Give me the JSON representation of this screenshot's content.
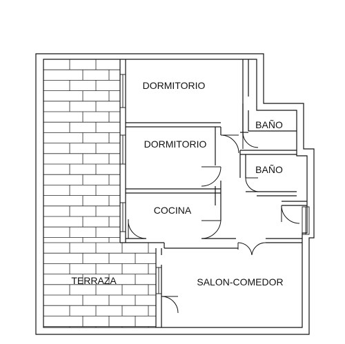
{
  "plan": {
    "rooms": {
      "dormitorio_1": "DORMITORIO",
      "dormitorio_2": "DORMITORIO",
      "bano_1": "BAÑO",
      "bano_2": "BAÑO",
      "cocina": "COCINA",
      "terraza": "TERRAZA",
      "salon_comedor": "SALON-COMEDOR"
    },
    "colors": {
      "wall": "#111111",
      "background": "#ffffff",
      "brick": "#222222"
    }
  }
}
